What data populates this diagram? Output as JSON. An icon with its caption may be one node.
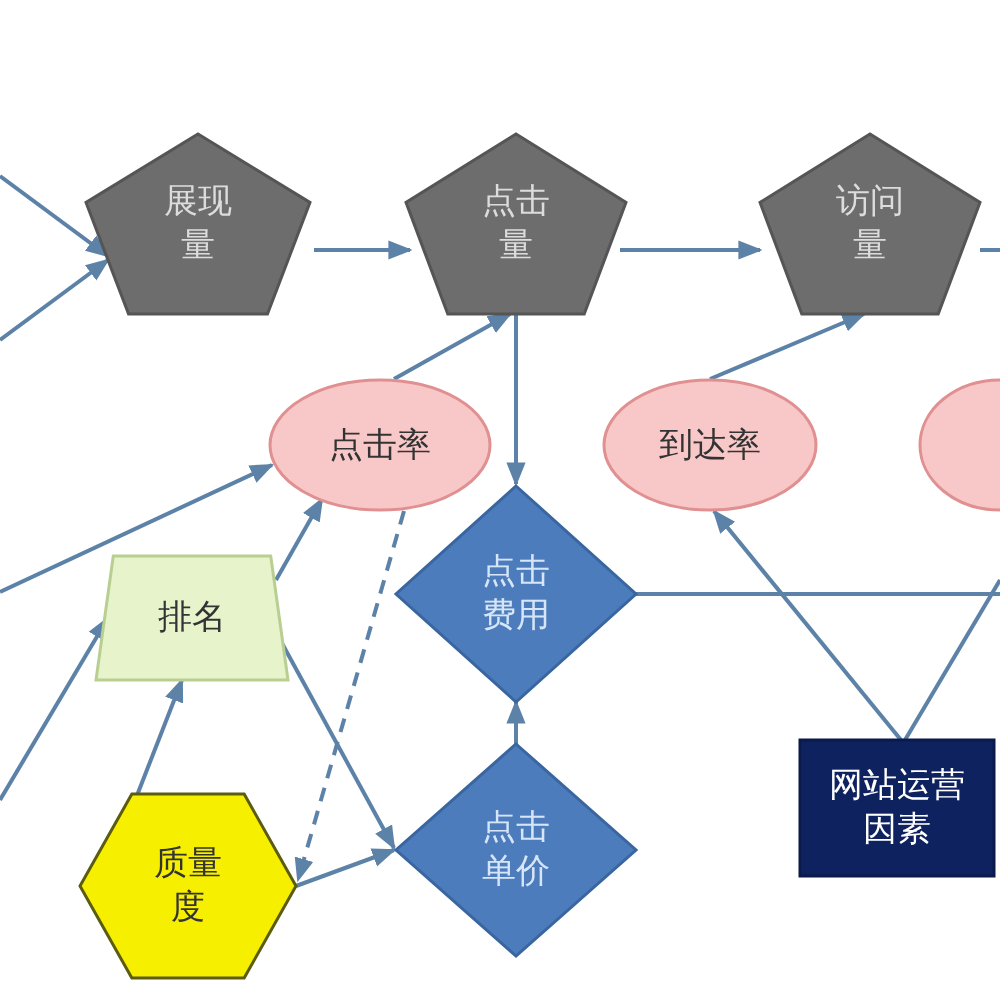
{
  "diagram": {
    "nodes": [
      {
        "text": [
          "展现量"
        ]
      },
      {
        "text": [
          "点击量"
        ]
      },
      {
        "text": [
          "访问量"
        ]
      },
      {
        "text": [
          "点击率"
        ]
      },
      {
        "text": [
          "到达率"
        ]
      },
      {
        "text": [],
        "shape": "circle"
      },
      {
        "text": [
          "排名"
        ]
      },
      {
        "text": [
          "点击费用"
        ]
      },
      {
        "text": [
          "网站运营因素"
        ]
      },
      {
        "text": [
          "质量度"
        ]
      },
      {
        "text": [
          "点击单价"
        ]
      }
    ],
    "edges": [
      {
        "from": null,
        "to": 0,
        "arrow": "to"
      },
      {
        "from": null,
        "to": 0,
        "arrow": "to"
      },
      {
        "from": 0,
        "to": 1,
        "arrow": "to"
      },
      {
        "from": 1,
        "to": 2,
        "arrow": "to"
      },
      {
        "from": 2,
        "to": null,
        "arrow": "none"
      },
      {
        "from": 3,
        "to": 1,
        "arrow": "to"
      },
      {
        "from": 1,
        "to": 7,
        "arrow": "to"
      },
      {
        "from": 4,
        "to": 2,
        "arrow": "to"
      },
      {
        "from": null,
        "to": 3,
        "arrow": "to"
      },
      {
        "from": null,
        "to": 6,
        "arrow": "to"
      },
      {
        "from": 9,
        "to": 6,
        "arrow": "to"
      },
      {
        "from": 6,
        "to": 3,
        "arrow": "to"
      },
      {
        "from": 6,
        "to": 10,
        "arrow": "to"
      },
      {
        "from": 9,
        "to": 10,
        "arrow": "to"
      },
      {
        "from": 3,
        "to": 9,
        "arrow": "to",
        "style": "dashed"
      },
      {
        "from": 10,
        "to": 7,
        "arrow": "to"
      },
      {
        "from": 7,
        "to": null,
        "arrow": "none"
      },
      {
        "from": 8,
        "to": 4,
        "arrow": "to"
      },
      {
        "from": 8,
        "to": null,
        "arrow": "none"
      }
    ]
  }
}
